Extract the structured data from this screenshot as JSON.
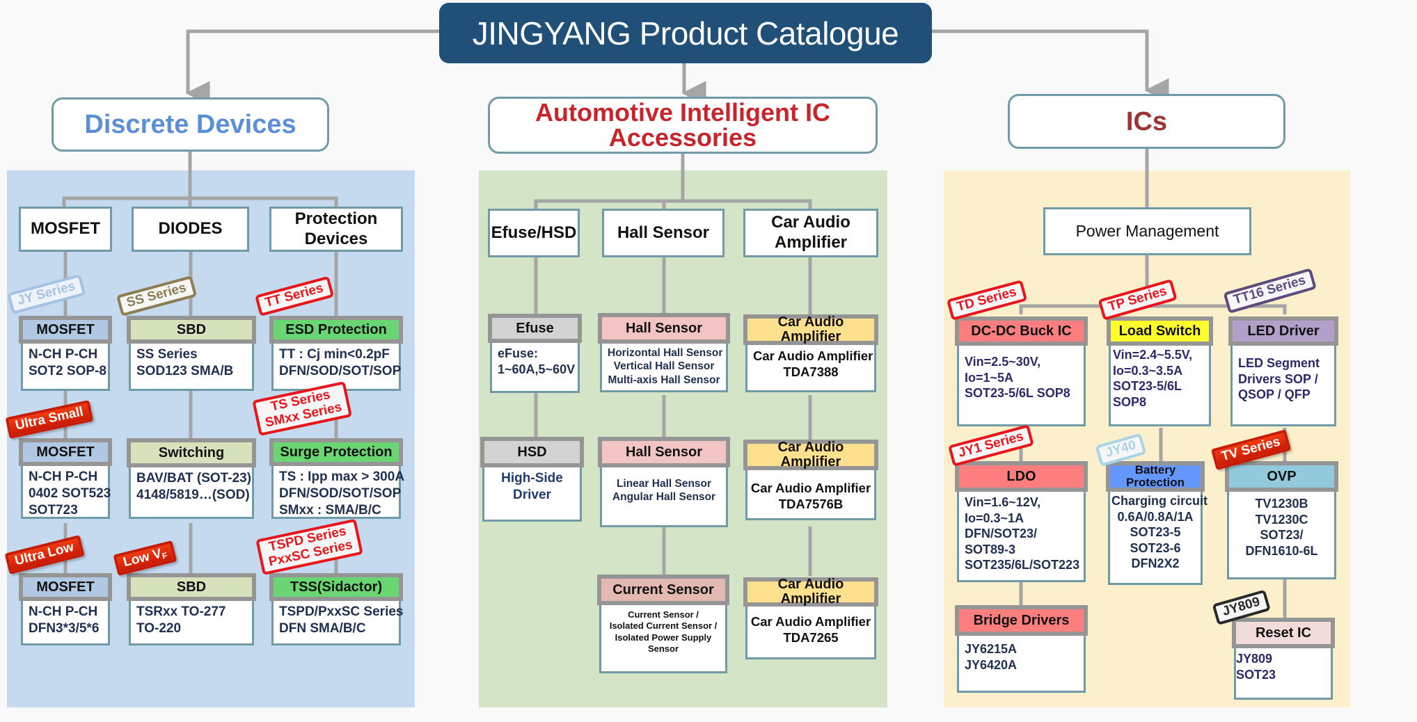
{
  "title": "JINGYANG Product Catalogue",
  "colors": {
    "title_bg": "#204f77",
    "discrete_heading": "#5b8fd6",
    "automotive_heading": "#c8242b",
    "ics_heading": "#9b3535",
    "panel_discrete": "#c5daef",
    "panel_automotive": "#d4e5c7",
    "panel_ics": "#fcf0cc",
    "badge_red": "#e8151b",
    "connector": "#a5a5a5"
  },
  "categories": {
    "discrete": {
      "heading": "Discrete Devices",
      "columns": [
        {
          "label": "MOSFET"
        },
        {
          "label": "DIODES"
        },
        {
          "label": "Protection Devices"
        }
      ],
      "cards": [
        {
          "id": "mosfet1",
          "title": "MOSFET",
          "header_color": "#b1c8e2",
          "badge": "JY Series",
          "badge_style": "outline-blue",
          "lines": [
            "N-CH  P-CH",
            "SOT2 SOP-8"
          ]
        },
        {
          "id": "mosfet2",
          "title": "MOSFET",
          "header_color": "#b1c8e2",
          "badge": "Ultra Small",
          "badge_style": "solid-red",
          "lines": [
            "N-CH  P-CH",
            "0402 SOT523",
            "SOT723"
          ]
        },
        {
          "id": "mosfet3",
          "title": "MOSFET",
          "header_color": "#b1c8e2",
          "badge": "Ultra Low",
          "badge_style": "solid-red",
          "lines": [
            "N-CH  P-CH",
            "DFN3*3/5*6"
          ]
        },
        {
          "id": "sbd1",
          "title": "SBD",
          "header_color": "#d5e2bb",
          "badge": "SS Series",
          "badge_style": "outline-olive",
          "lines": [
            "SS Series",
            "SOD123  SMA/B"
          ]
        },
        {
          "id": "switching",
          "title": "Switching",
          "header_color": "#d5e2bb",
          "lines": [
            "BAV/BAT (SOT-23)",
            "4148/5819…(SOD)"
          ]
        },
        {
          "id": "sbd2",
          "title": "SBD",
          "header_color": "#d5e2bb",
          "badge": "Low V",
          "badge_subscript": "F",
          "badge_style": "solid-red",
          "lines": [
            "TSRxx  TO-277",
            "TO-220"
          ]
        },
        {
          "id": "esd",
          "title": "ESD Protection",
          "header_color": "#6ad673",
          "badge": "TT Series",
          "badge_style": "outline-red",
          "lines": [
            "TT : Cj min<0.2pF",
            "DFN/SOD/SOT/SOP"
          ]
        },
        {
          "id": "surge",
          "title": "Surge Protection",
          "header_color": "#6ad673",
          "badge_lines": [
            "TS Series",
            "SMxx Series"
          ],
          "badge_style": "outline-red",
          "lines": [
            "TS : Ipp max > 300A",
            "DFN/SOD/SOT/SOP",
            "SMxx : SMA/B/C"
          ]
        },
        {
          "id": "tss",
          "title": "TSS(Sidactor)",
          "header_color": "#6ad673",
          "badge_lines": [
            "TSPD Series",
            "PxxSC Series"
          ],
          "badge_style": "outline-red",
          "lines": [
            "TSPD/PxxSC Series",
            "DFN SMA/B/C"
          ]
        }
      ]
    },
    "automotive": {
      "heading_line1": "Automotive Intelligent IC",
      "heading_line2": "Accessories",
      "columns": [
        {
          "label": "Efuse/HSD"
        },
        {
          "label": "Hall Sensor"
        },
        {
          "label": "Car Audio Amplifier"
        }
      ],
      "cards": [
        {
          "id": "efuse",
          "title": "Efuse",
          "header_color": "#d3d3d3",
          "lines": [
            "eFuse:",
            "1~60A,5~60V"
          ]
        },
        {
          "id": "hsd",
          "title": "HSD",
          "header_color": "#d3d3d3",
          "lines": [
            "High-Side",
            "Driver"
          ]
        },
        {
          "id": "hall1",
          "title": "Hall Sensor",
          "header_color": "#f2c5c4",
          "lines": [
            "Horizontal Hall Sensor",
            "Vertical Hall Sensor",
            "Multi-axis Hall Sensor"
          ]
        },
        {
          "id": "hall2",
          "title": "Hall Sensor",
          "header_color": "#f2c5c4",
          "lines": [
            "Linear Hall Sensor",
            "Angular Hall Sensor"
          ]
        },
        {
          "id": "current",
          "title": "Current Sensor",
          "header_color": "#e4b9b2",
          "lines": [
            "Current Sensor /",
            "Isolated Current Sensor /",
            "Isolated Power Supply",
            "Sensor"
          ]
        },
        {
          "id": "amp1",
          "title": "Car Audio Amplifier",
          "header_color": "#fde08e",
          "lines": [
            "Car Audio Amplifier",
            "TDA7388"
          ]
        },
        {
          "id": "amp2",
          "title": "Car Audio Amplifier",
          "header_color": "#fde08e",
          "lines": [
            "Car Audio Amplifier",
            "TDA7576B"
          ]
        },
        {
          "id": "amp3",
          "title": "Car Audio Amplifier",
          "header_color": "#fde08e",
          "lines": [
            "Car Audio Amplifier",
            "TDA7265"
          ]
        }
      ]
    },
    "ics": {
      "heading": "ICs",
      "subheading": "Power Management",
      "cards": [
        {
          "id": "buck",
          "title": "DC-DC Buck IC",
          "header_color": "#fe7d7f",
          "badge": "TD Series",
          "badge_style": "outline-red",
          "lines": [
            "Vin=2.5~30V,",
            "Io=1~5A",
            "SOT23-5/6L  SOP8"
          ]
        },
        {
          "id": "loadswitch",
          "title": "Load Switch",
          "header_color": "#fefe2e",
          "badge": "TP Series",
          "badge_style": "outline-red",
          "lines": [
            "Vin=2.4~5.5V,",
            "Io=0.3~3.5A",
            "SOT23-5/6L",
            "SOP8"
          ]
        },
        {
          "id": "led",
          "title": "LED Driver",
          "header_color": "#b1a0c9",
          "badge": "TT16 Series",
          "badge_style": "outline-purple",
          "lines": [
            "LED Segment",
            "Drivers  SOP /",
            "QSOP / QFP"
          ]
        },
        {
          "id": "ldo",
          "title": "LDO",
          "header_color": "#fe7d7f",
          "badge": "JY1 Series",
          "badge_style": "outline-red",
          "lines": [
            "Vin=1.6~12V,",
            "Io=0.3~1A",
            "DFN/SOT23/",
            "SOT89-3",
            "SOT235/6L/SOT223"
          ]
        },
        {
          "id": "battery",
          "title_lines": [
            "Battery",
            "Protection"
          ],
          "header_color": "#6497fd",
          "badge": "JY40",
          "badge_style": "outline-lightblue",
          "lines": [
            "Charging circuit",
            "0.6A/0.8A/1A",
            "SOT23-5",
            "SOT23-6",
            "DFN2X2"
          ]
        },
        {
          "id": "ovp",
          "title": "OVP",
          "header_color": "#92cadb",
          "badge": "TV Series",
          "badge_style": "solid-red",
          "lines": [
            "TV1230B",
            "TV1230C",
            "SOT23/",
            "DFN1610-6L"
          ]
        },
        {
          "id": "bridge",
          "title": "Bridge Drivers",
          "header_color": "#fe7d7f",
          "lines": [
            "JY6215A",
            "JY6420A"
          ]
        },
        {
          "id": "reset",
          "title": "Reset IC",
          "header_color": "#f2dcdb",
          "badge": "JY809",
          "badge_style": "outline-dark",
          "lines": [
            "JY809",
            "SOT23"
          ]
        }
      ]
    }
  }
}
